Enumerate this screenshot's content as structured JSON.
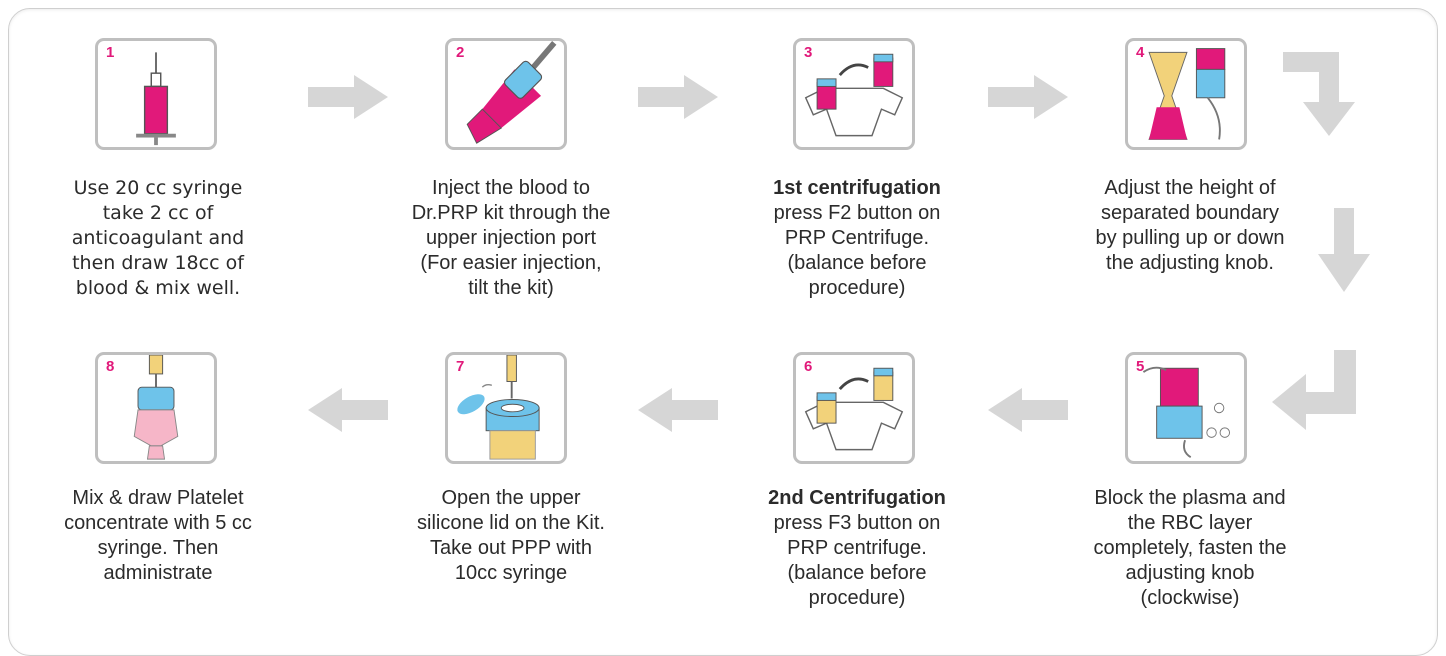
{
  "steps": [
    {
      "number": "1",
      "title": "",
      "text": "Use 20 cc syringe\ntake 2 cc of\nanticoagulant and\nthen draw 18cc of\nblood & mix well."
    },
    {
      "number": "2",
      "title": "",
      "text": "Inject the blood to\nDr.PRP kit through the\nupper injection port\n(For easier injection,\ntilt the kit)"
    },
    {
      "number": "3",
      "title": "1st centrifugation",
      "text": "press F2 button on\nPRP Centrifuge.\n(balance before\nprocedure)"
    },
    {
      "number": "4",
      "title": "",
      "text": "Adjust the height of\nseparated boundary\nby pulling up or down\nthe adjusting knob."
    },
    {
      "number": "5",
      "title": "",
      "text": "Block the plasma and\nthe RBC layer\ncompletely, fasten the\nadjusting knob\n(clockwise)"
    },
    {
      "number": "6",
      "title": "2nd Centrifugation",
      "text": "press F3 button on\nPRP centrifuge.\n(balance before\nprocedure)"
    },
    {
      "number": "7",
      "title": "",
      "text": "Open the upper\nsilicone lid on the Kit.\nTake out PPP with\n10cc syringe"
    },
    {
      "number": "8",
      "title": "",
      "text": "Mix & draw Platelet\nconcentrate with 5 cc\nsyringe. Then\nadministrate"
    }
  ],
  "colors": {
    "accent": "#e1197a",
    "frame": "#bfbfbf",
    "arrow": "#d6d6d6",
    "plasma": "#f2d27a",
    "lid": "#6ec3ea"
  }
}
